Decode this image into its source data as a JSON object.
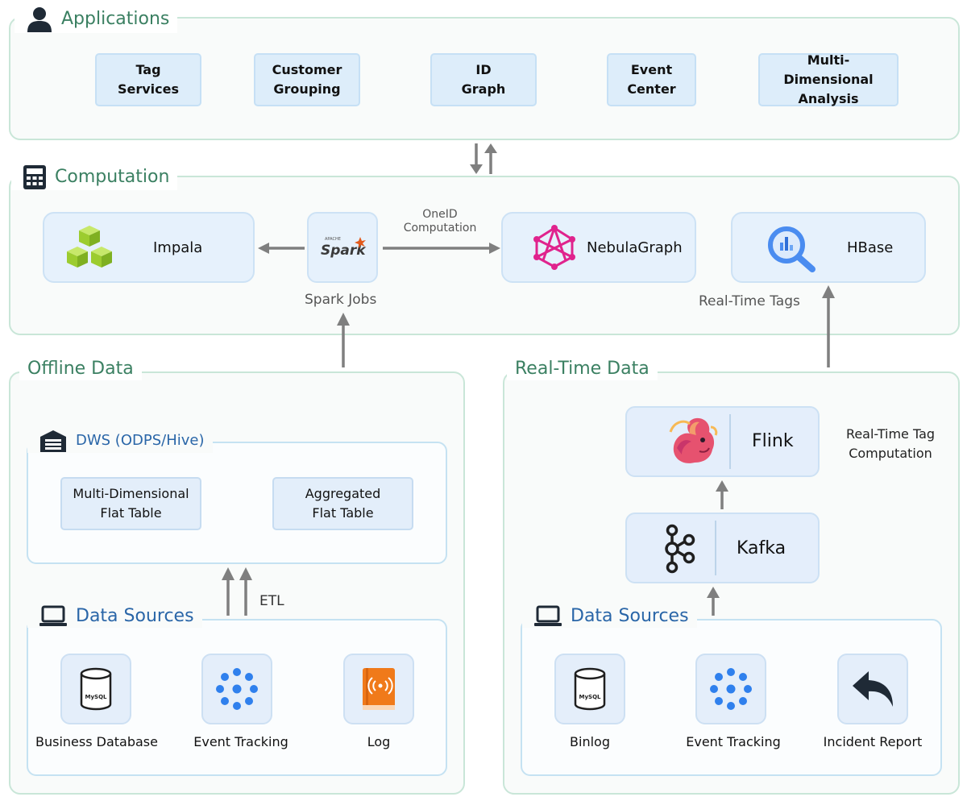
{
  "applications": {
    "title": "Applications",
    "items": [
      {
        "label": "Tag\nServices"
      },
      {
        "label": "Customer\nGrouping"
      },
      {
        "label": "ID\nGraph"
      },
      {
        "label": "Event\nCenter"
      },
      {
        "label": "Multi-Dimensional\nAnalysis"
      }
    ]
  },
  "computation": {
    "title": "Computation",
    "impala": "Impala",
    "spark_jobs": "Spark Jobs",
    "oneid": "OneID\nComputation",
    "nebula": "NebulaGraph",
    "hbase": "HBase",
    "realtime_tags": "Real-Time Tags"
  },
  "offline": {
    "title": "Offline Data",
    "dws": {
      "title": "DWS (ODPS/Hive)",
      "tables": [
        "Multi-Dimensional\nFlat Table",
        "Aggregated\nFlat Table"
      ]
    },
    "etl": "ETL",
    "sources": {
      "title": "Data Sources",
      "items": [
        {
          "label": "Business Database",
          "icon": "mysql-database-icon"
        },
        {
          "label": "Event Tracking",
          "icon": "event-tracking-icon"
        },
        {
          "label": "Log",
          "icon": "log-book-icon"
        }
      ]
    }
  },
  "realtime": {
    "title": "Real-Time Data",
    "flink": "Flink",
    "flink_note": "Real-Time Tag\nComputation",
    "kafka": "Kafka",
    "sources": {
      "title": "Data Sources",
      "items": [
        {
          "label": "Binlog",
          "icon": "mysql-database-icon"
        },
        {
          "label": "Event Tracking",
          "icon": "event-tracking-icon"
        },
        {
          "label": "Incident Report",
          "icon": "reply-arrow-icon"
        }
      ]
    }
  },
  "colors": {
    "panel_title": "#3b8062",
    "sources_title": "#2a66a8",
    "arrow": "#7f7f7f",
    "nebula": "#e0238d",
    "event_dot": "#2f80ed",
    "log_orange": "#f07a1a",
    "impala_green": "#9ccc2f"
  }
}
